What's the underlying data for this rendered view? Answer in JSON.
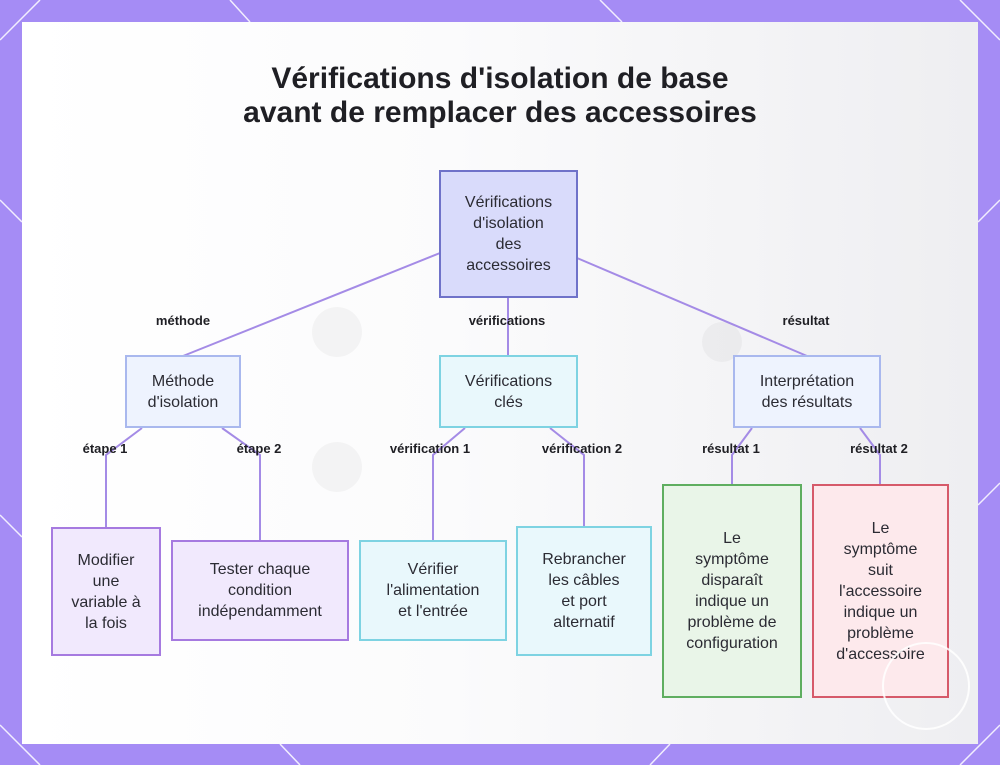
{
  "title": {
    "line1": "Vérifications d'isolation de base",
    "line2": "avant de remplacer des accessoires"
  },
  "nodes": {
    "root": "Vérifications\nd'isolation\ndes\naccessoires",
    "method": "Méthode\nd'isolation",
    "checks": "Vérifications\nclés",
    "results": "Interprétation\ndes résultats",
    "step1": "Modifier\nune\nvariable à\nla fois",
    "step2": "Tester chaque\ncondition\nindépendamment",
    "check1": "Vérifier\nl'alimentation\net l'entrée",
    "check2": "Rebrancher\nles câbles\net port\nalternatif",
    "result1": "Le\nsymptôme\ndisparaît\nindique un\nproblème de\nconfiguration",
    "result2": "Le\nsymptôme\nsuit\nl'accessoire\nindique un\nproblème\nd'accessoire"
  },
  "edge_labels": {
    "method": "méthode",
    "checks": "vérifications",
    "results": "résultat",
    "step1": "étape 1",
    "step2": "étape 2",
    "check1": "vérification 1",
    "check2": "vérification 2",
    "result1": "résultat 1",
    "result2": "résultat 2"
  },
  "colors": {
    "frame": "#a58cf5",
    "edge": "#a48be6",
    "root_fill": "#d9dbfb",
    "green_border": "#5fae60",
    "red_border": "#d65a6a"
  }
}
